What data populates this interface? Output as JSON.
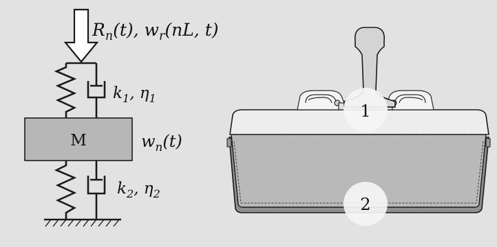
{
  "labels": {
    "load": "R_n(t), w_r(nL, t)",
    "mass": "M",
    "upper_params": "k_1, η_1",
    "lower_params": "k_2, η_2",
    "displacement": "w_n(t)",
    "marker_1": "1",
    "marker_2": "2"
  },
  "colors": {
    "background": "#e2e2e2",
    "mass_fill": "#b7b7b7",
    "sleeper_body": "#b9b9b9",
    "sleeper_top": "#ededed",
    "marker_fill": "#f5f5f5",
    "rail": "#d4d4d4",
    "line": "#1a1a1a"
  }
}
